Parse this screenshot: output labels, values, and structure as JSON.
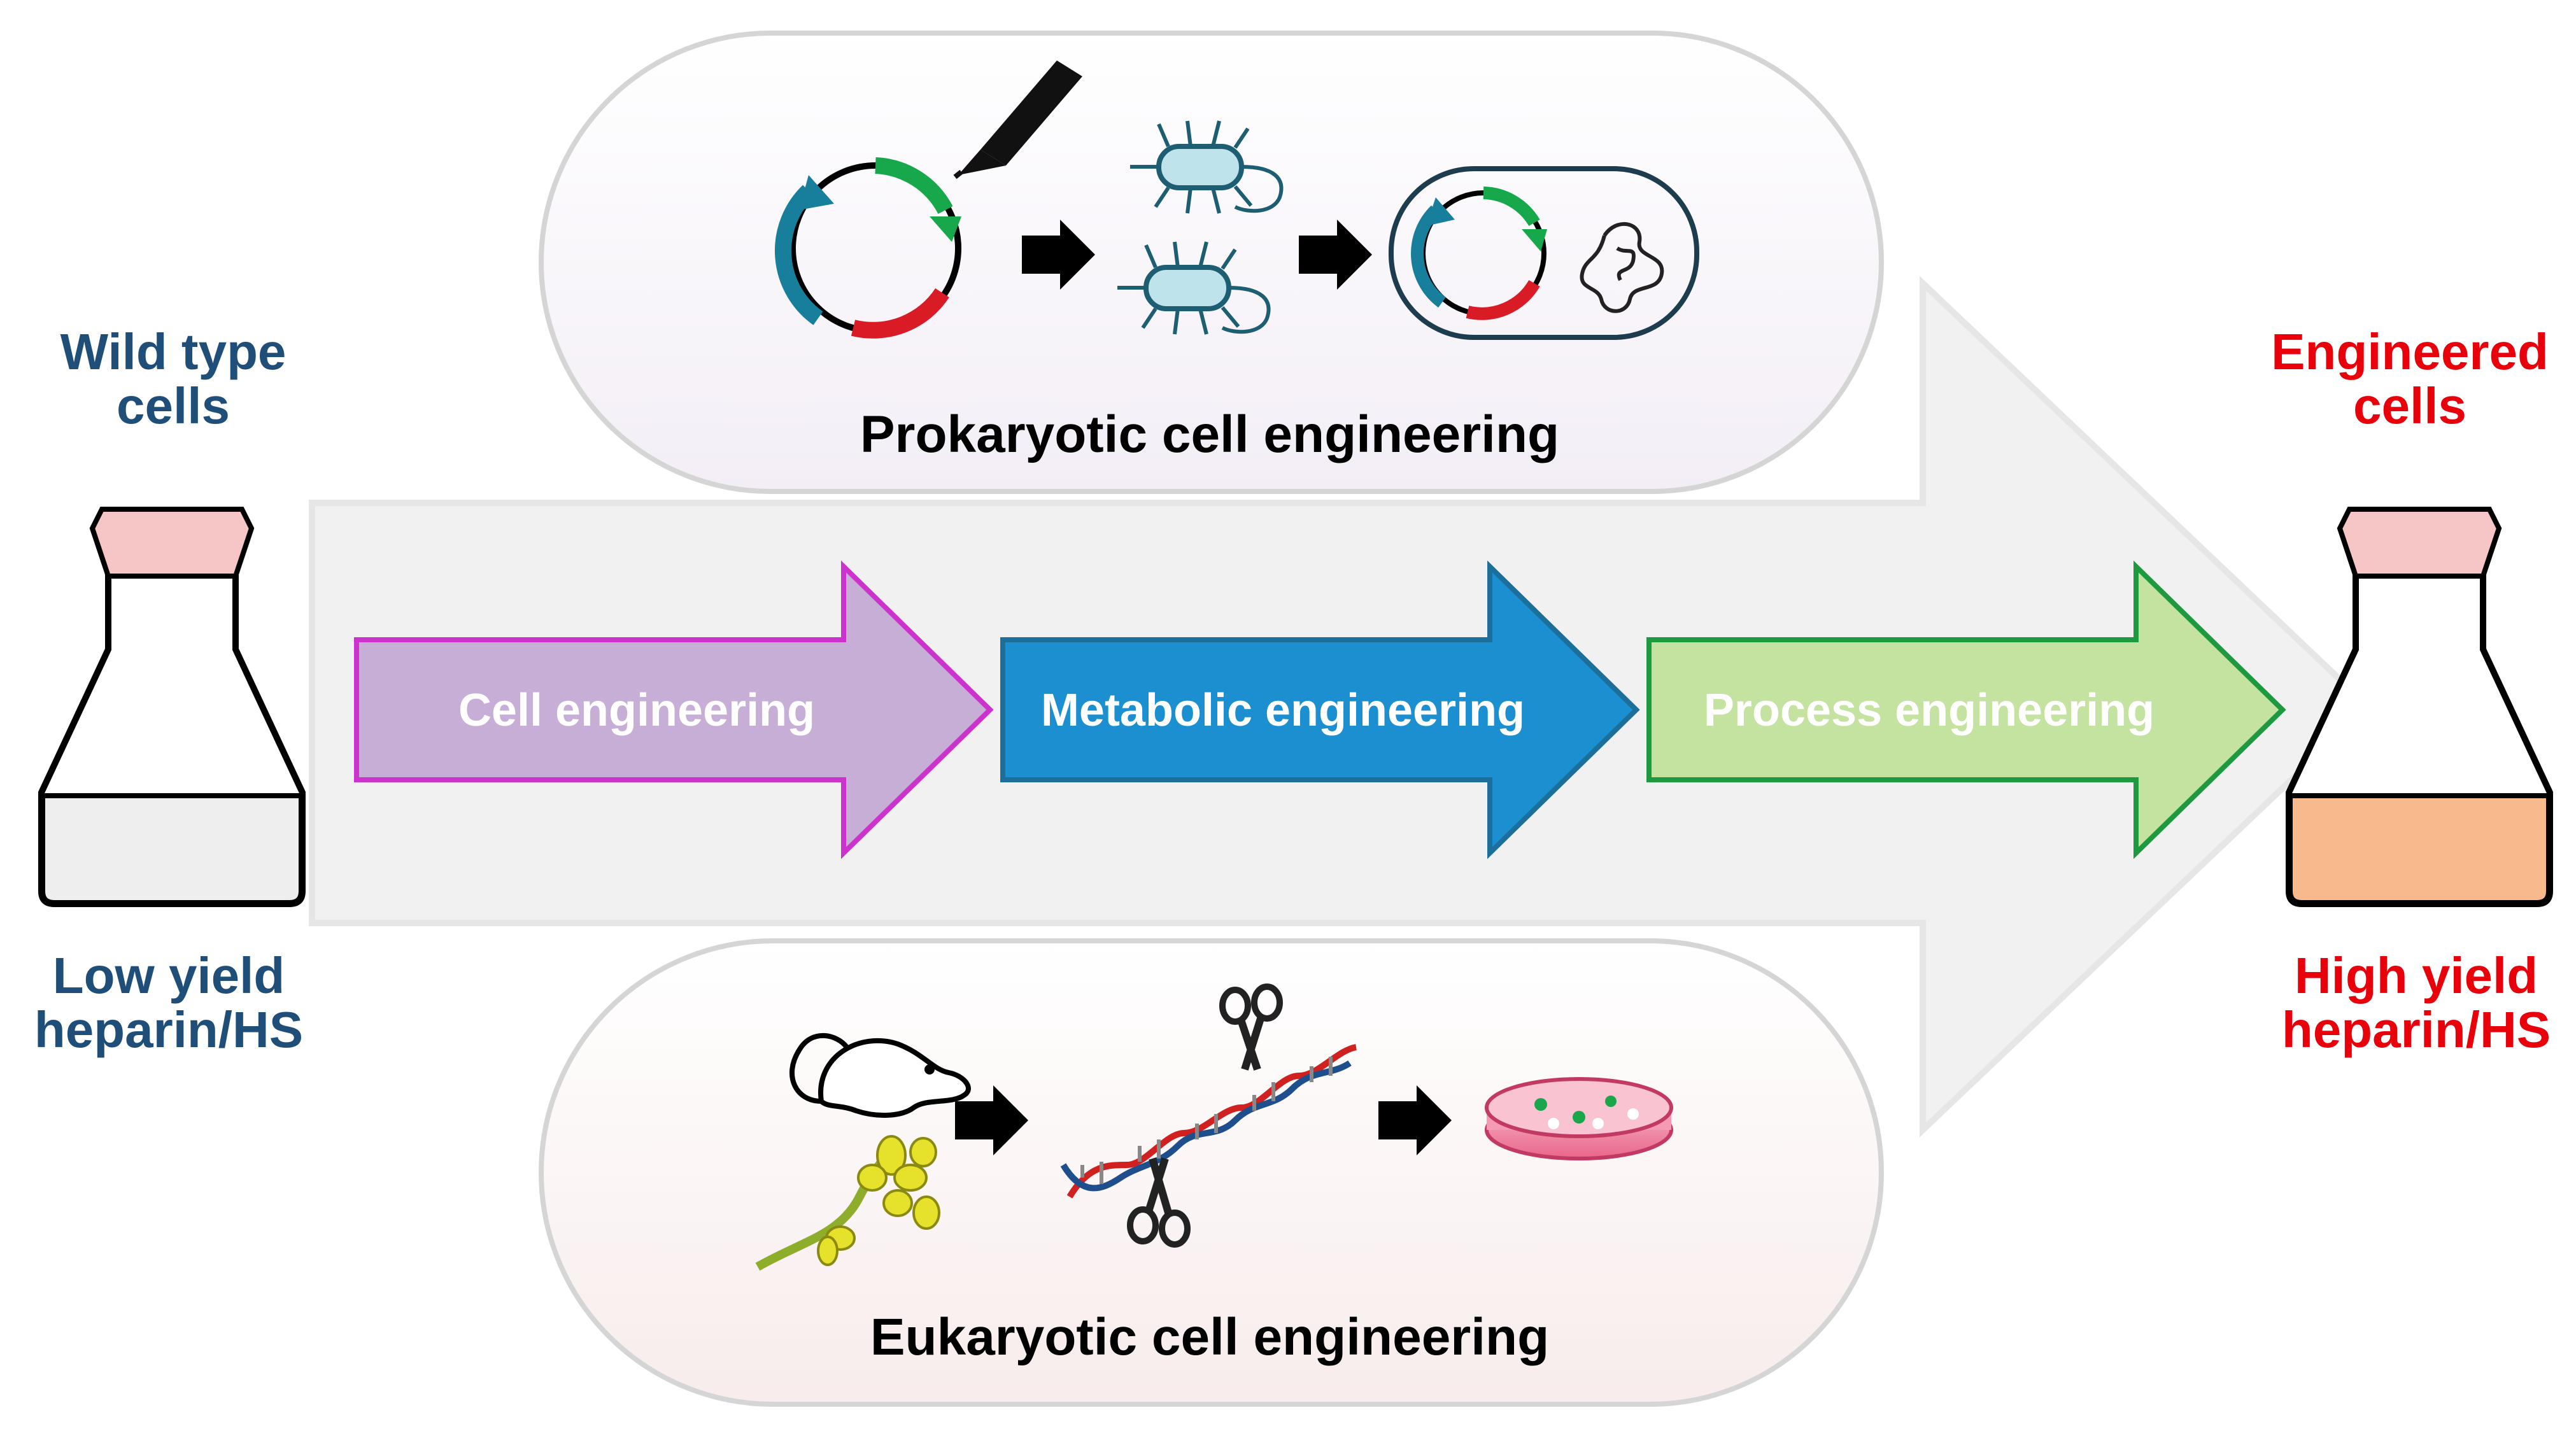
{
  "left": {
    "top_label_line1": "Wild type",
    "top_label_line2": "cells",
    "bottom_label_line1": "Low yield",
    "bottom_label_line2": "heparin/HS",
    "label_color": "#1f4e79"
  },
  "right": {
    "top_label_line1": "Engineered",
    "top_label_line2": "cells",
    "bottom_label_line1": "High yield",
    "bottom_label_line2": "heparin/HS",
    "label_color": "#e8000b"
  },
  "top_panel": {
    "title": "Prokaryotic cell engineering"
  },
  "bottom_panel": {
    "title": "Eukaryotic cell engineering"
  },
  "steps": [
    {
      "label": "Cell engineering",
      "color": "#c7aed6",
      "border": "#cc33cc"
    },
    {
      "label": "Metabolic engineering",
      "color": "#1b8fd0",
      "border": "#1b6f9a"
    },
    {
      "label": "Process engineering",
      "color": "#c4e2a0",
      "border": "#1f9940"
    }
  ],
  "colors": {
    "big_arrow": "#f1f1f1",
    "flask_cap": "#f6c6c6",
    "flask_liquid_left": "#eeeeee",
    "flask_liquid_right": "#f8b98c"
  }
}
